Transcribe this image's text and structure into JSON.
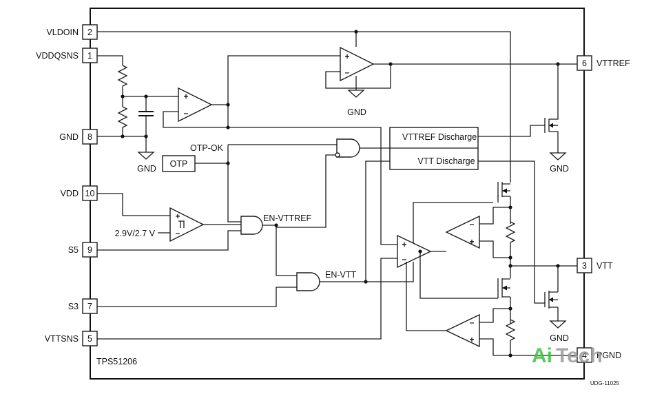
{
  "chip": {
    "name": "TPS51206",
    "doc_id": "UDG-11025"
  },
  "pins": [
    {
      "num": "2",
      "name": "VLDOIN"
    },
    {
      "num": "1",
      "name": "VDDQSNS"
    },
    {
      "num": "8",
      "name": "GND"
    },
    {
      "num": "10",
      "name": "VDD"
    },
    {
      "num": "9",
      "name": "S5"
    },
    {
      "num": "7",
      "name": "S3"
    },
    {
      "num": "5",
      "name": "VTTSNS"
    },
    {
      "num": "6",
      "name": "VTTREF"
    },
    {
      "num": "3",
      "name": "VTT"
    },
    {
      "num": "4",
      "name": "PGND"
    }
  ],
  "blocks": {
    "otp": "OTP",
    "vttref_discharge": "VTTREF Discharge",
    "vtt_discharge": "VTT Discharge"
  },
  "nets": {
    "otp_ok": "OTP-OK",
    "en_vttref": "EN-VTTREF",
    "en_vtt": "EN-VTT",
    "uvlo": "2.9V/2.7 V",
    "gnd": "GND"
  },
  "opamp_signs": {
    "plus": "+",
    "minus": "–"
  },
  "watermark": {
    "part1": "Ai",
    "part2": "Tech",
    "color1": "#3cc23c",
    "color2": "#9a9a9a"
  }
}
